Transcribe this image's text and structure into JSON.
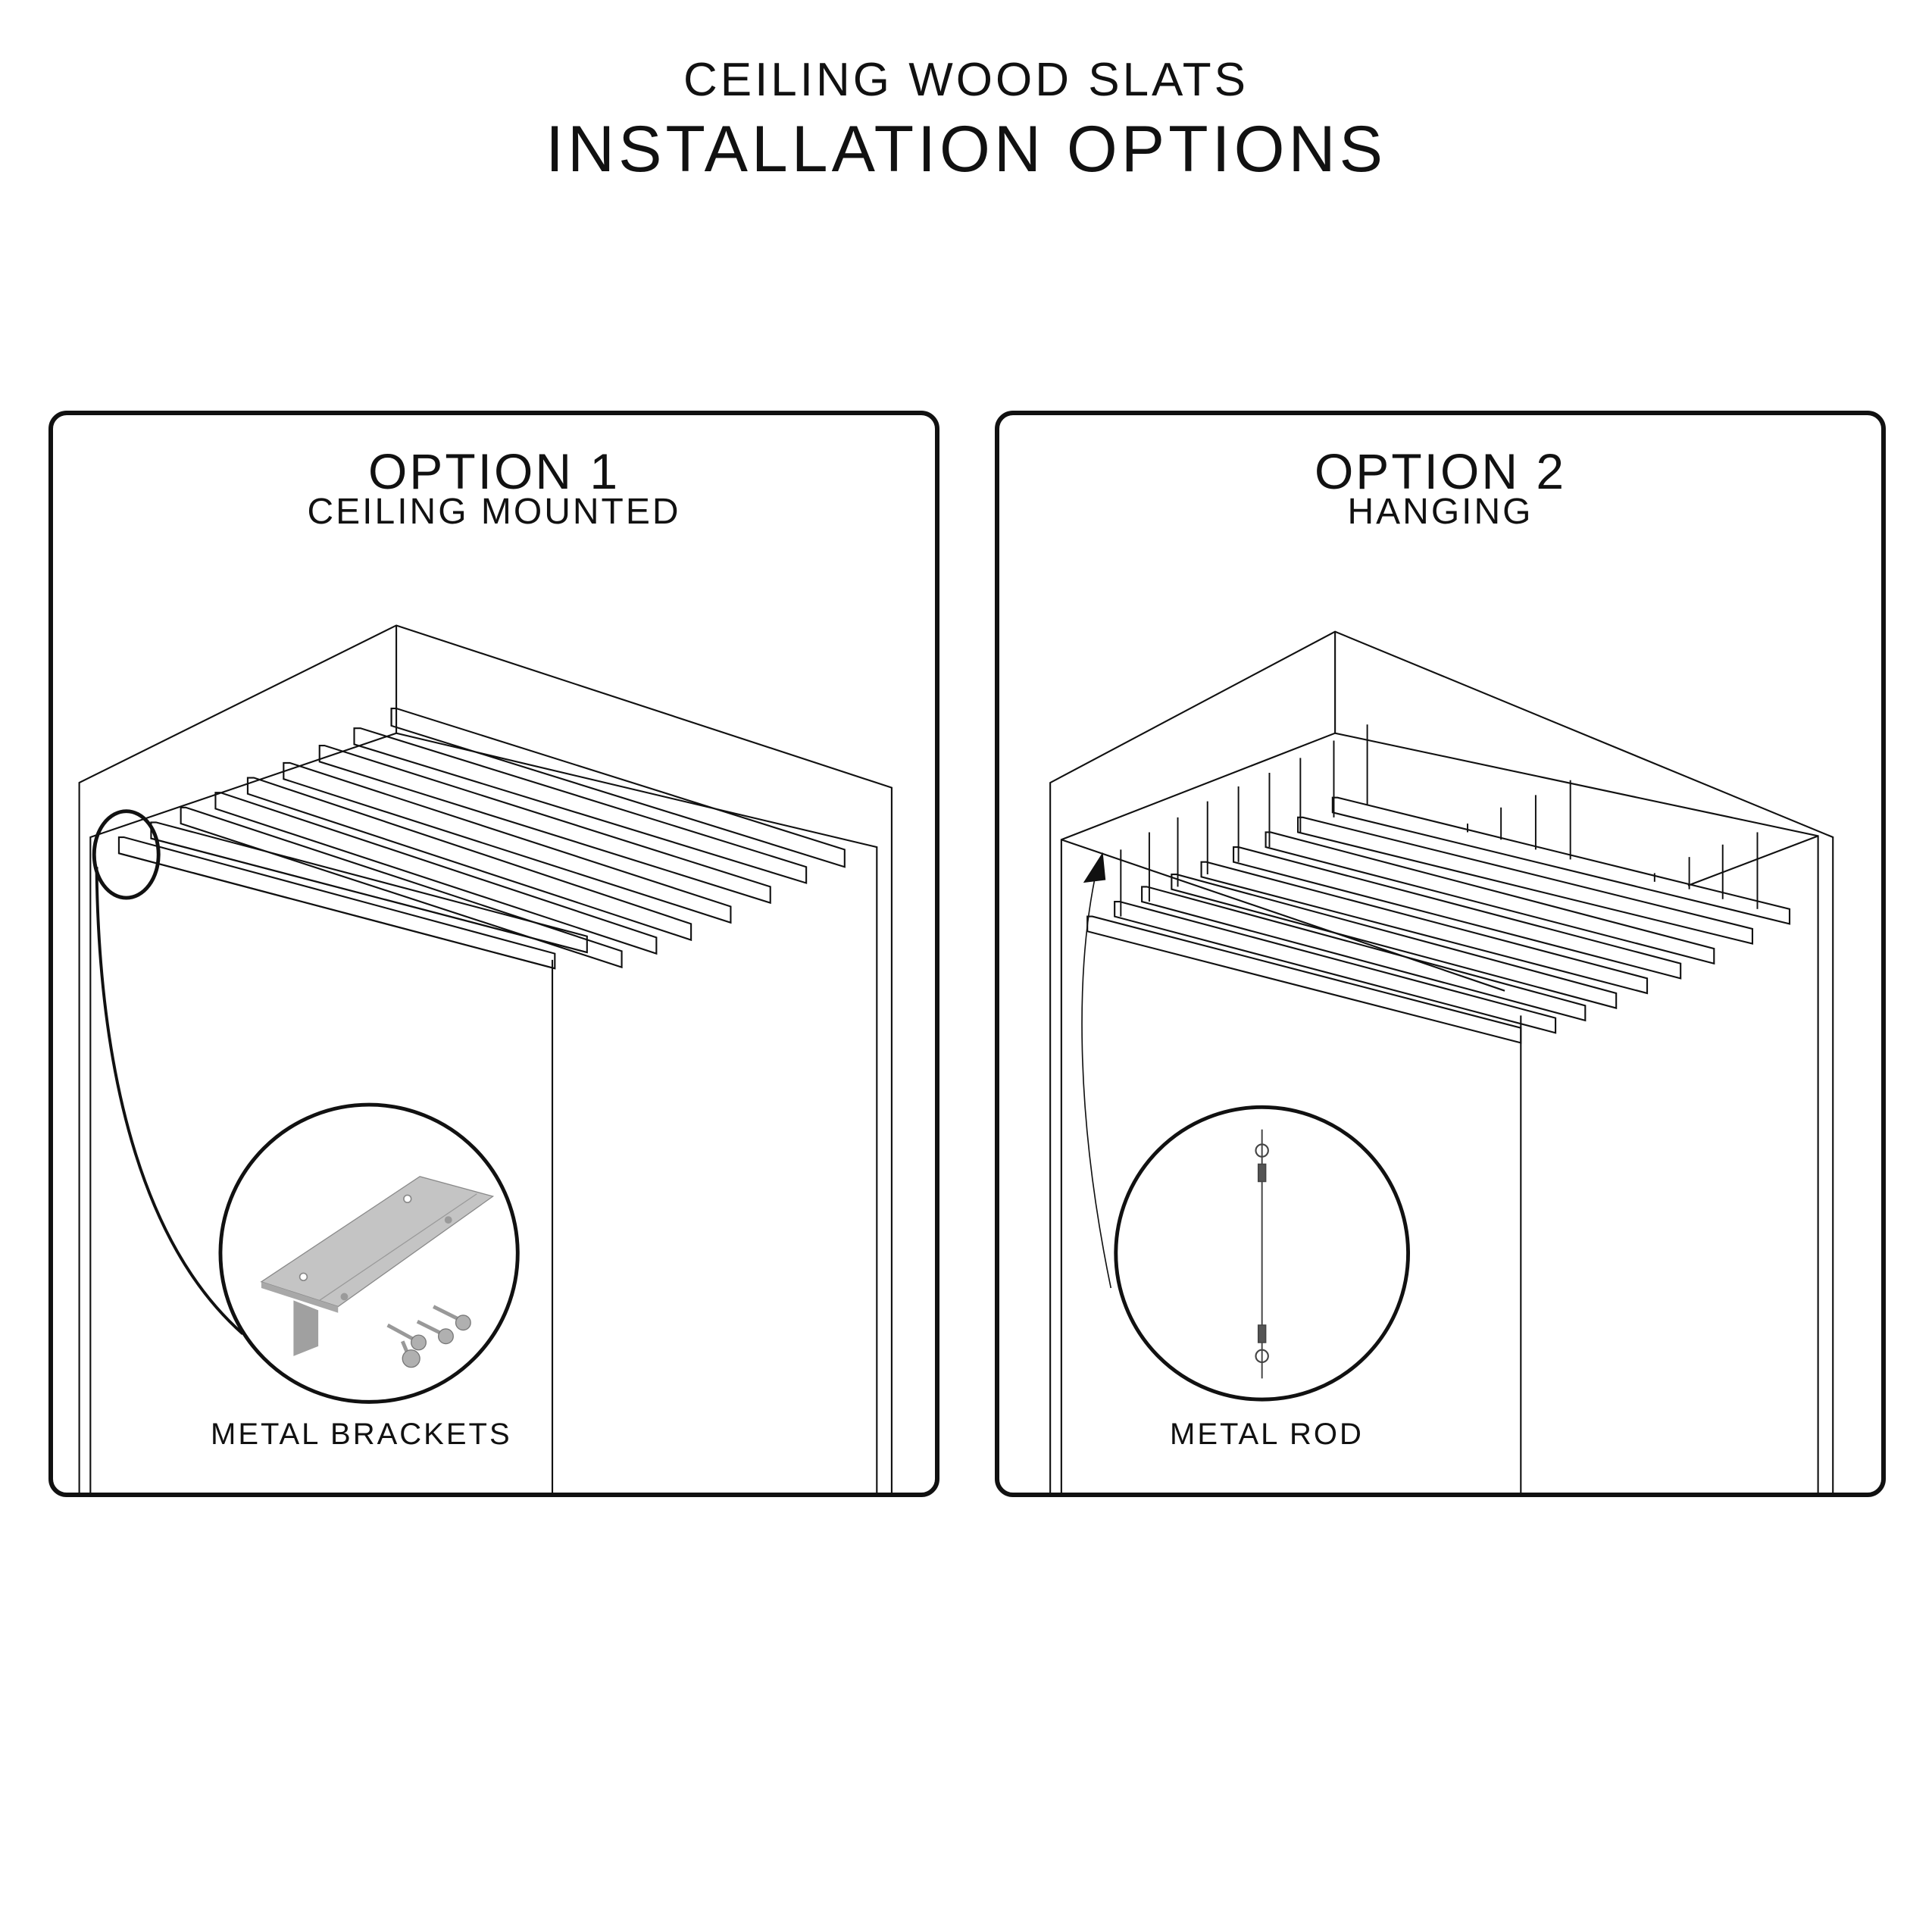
{
  "header": {
    "subtitle": "CEILING WOOD SLATS",
    "title": "INSTALLATION OPTIONS"
  },
  "options": [
    {
      "title": "OPTION 1",
      "subtitle": "CEILING MOUNTED",
      "detail_label": "METAL BRACKETS",
      "detail_icon": "metal-bracket-with-screws",
      "slat_count": 9
    },
    {
      "title": "OPTION 2",
      "subtitle": "HANGING",
      "detail_label": "METAL ROD",
      "detail_icon": "hanging-wire-rod",
      "slat_count": 9
    }
  ],
  "colors": {
    "line": "#111111",
    "metal": "#c4c4c4",
    "metal_dark": "#9a9a9a",
    "background": "#ffffff"
  }
}
